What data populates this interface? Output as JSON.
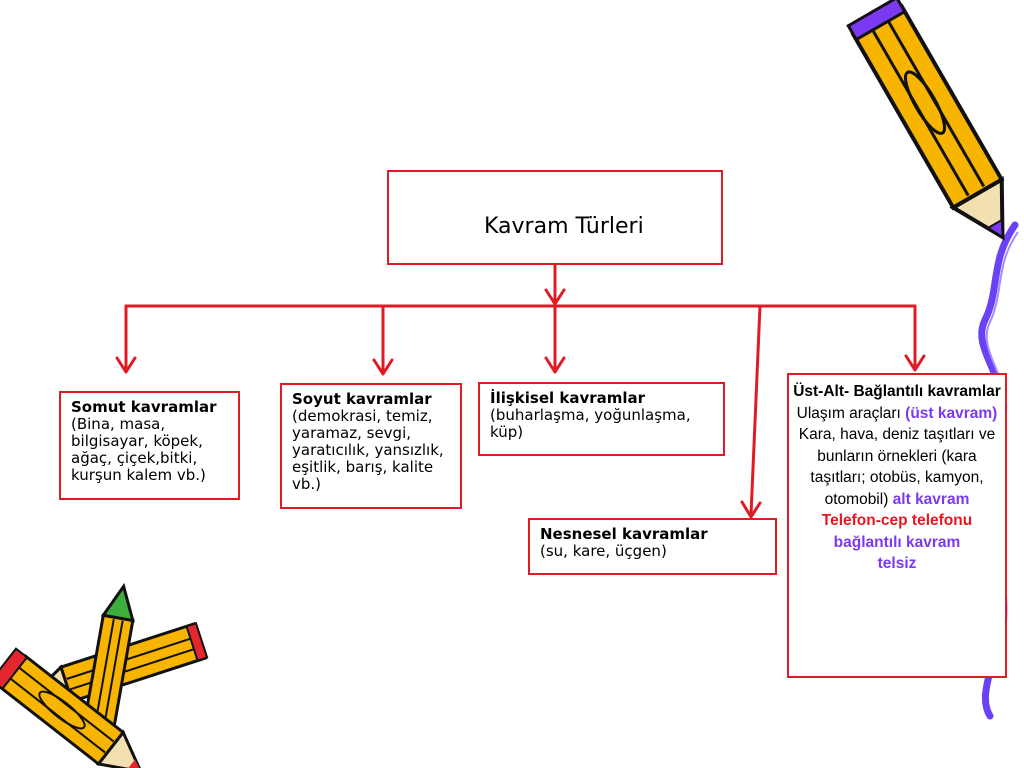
{
  "diagram": {
    "root": "Kavram Türleri",
    "somut": {
      "title": "Somut kavramlar",
      "body": "(Bina, masa, bilgisayar, köpek, ağaç, çiçek,bitki, kurşun kalem vb.)"
    },
    "soyut": {
      "title": "Soyut kavramlar",
      "body": "(demokrasi, temiz, yaramaz, sevgi, yaratıcılık, yansızlık, eşitlik, barış, kalite vb.)"
    },
    "iliskisel": {
      "title": "İlişkisel kavramlar",
      "body": "(buharlaşma, yoğunlaşma, küp)"
    },
    "nesnesel": {
      "title": "Nesnesel kavramlar",
      "body": "(su, kare, üçgen)"
    },
    "ust_alt": {
      "title": "Üst-Alt- Bağlantılı kavramlar",
      "line1": "Ulaşım araçları",
      "ust_kavram": "(üst kavram)",
      "line2": "Kara, hava, deniz taşıtları ve bunların örnekleri (kara taşıtları; otobüs, kamyon, otomobil)",
      "alt_kavram": "alt kavram",
      "telefon": "Telefon-cep telefonu",
      "baglantili": "bağlantılı kavram",
      "telsiz": "telsiz"
    }
  },
  "colors": {
    "line": "#e01b24",
    "accent_purple": "#7b3af2",
    "accent_red": "#e8161f",
    "ribbon": "#6a42f5"
  },
  "decorations": [
    "pencil-clipart-top-right",
    "pencils-clipart-bottom-left",
    "wavy-ribbon-right"
  ]
}
